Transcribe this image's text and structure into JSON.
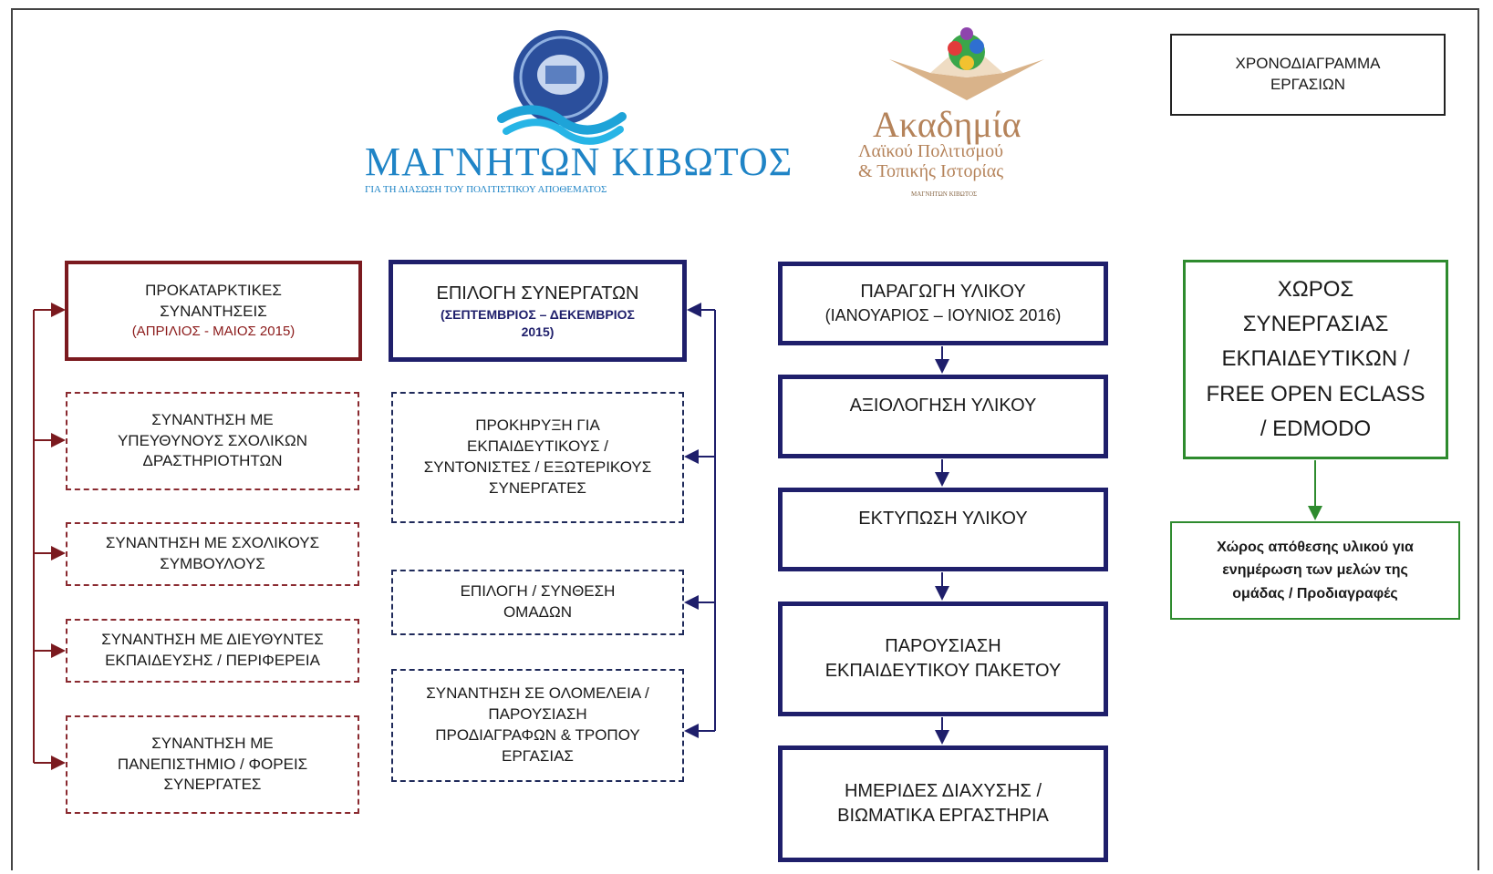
{
  "schedule_box": {
    "line1": "ΧΡΟΝΟΔΙΑΓΡΑΜΜΑ",
    "line2": "ΕΡΓΑΣΙΩΝ"
  },
  "logo_left": {
    "title": "ΜΑΓΝΗΤΩΝ ΚΙΒΩΤΟΣ",
    "subtitle": "ΓΙΑ ΤΗ ΔΙΑΣΩΣΗ ΤΟΥ ΠΟΛΙΤΙΣΤΙΚΟΥ ΑΠΟΘΕΜΑΤΟΣ"
  },
  "logo_right": {
    "line1": "Ακαδημία",
    "line2": "Λαϊκού Πολιτισμού",
    "line3": "& Τοπικής Ιστορίας",
    "tagline": "ΜΑΓΝΗΤΩΝ ΚΙΒΩΤΟΣ"
  },
  "col1": {
    "header": {
      "line1": "ΠΡΟΚΑΤΑΡΚΤΙΚΕΣ",
      "line2": "ΣΥΝΑΝΤΗΣΕΙΣ",
      "sub": "(ΑΠΡΙΛΙΟΣ - ΜΑΙΟΣ 2015)"
    },
    "items": [
      {
        "line1": "ΣΥΝΑΝΤΗΣΗ ΜΕ",
        "line2": "ΥΠΕΥΘΥΝΟΥΣ ΣΧΟΛΙΚΩΝ",
        "line3": "ΔΡΑΣΤΗΡΙΟΤΗΤΩΝ"
      },
      {
        "line1": "ΣΥΝΑΝΤΗΣΗ ΜΕ ΣΧΟΛΙΚΟΥΣ",
        "line2": "ΣΥΜΒΟΥΛΟΥΣ"
      },
      {
        "line1": "ΣΥΝΑΝΤΗΣΗ ΜΕ ΔΙΕΥΘΥΝΤΕΣ",
        "line2": "ΕΚΠΑΙΔΕΥΣΗΣ / ΠΕΡΙΦΕΡΕΙΑ"
      },
      {
        "line1": "ΣΥΝΑΝΤΗΣΗ ΜΕ",
        "line2": "ΠΑΝΕΠΙΣΤΗΜΙΟ / ΦΟΡΕΙΣ",
        "line3": "ΣΥΝΕΡΓΑΤΕΣ"
      }
    ]
  },
  "col2": {
    "header": {
      "line1": "ΕΠΙΛΟΓΗ ΣΥΝΕΡΓΑΤΩΝ",
      "sub1": "(ΣΕΠΤΕΜΒΡΙΟΣ – ΔΕΚΕΜΒΡΙΟΣ",
      "sub2": "2015)"
    },
    "items": [
      {
        "line1": "ΠΡΟΚΗΡΥΞΗ ΓΙΑ",
        "line2": "ΕΚΠΑΙΔΕΥΤΙΚΟΥΣ /",
        "line3": "ΣΥΝΤΟΝΙΣΤΕΣ / ΕΞΩΤΕΡΙΚΟΥΣ",
        "line4": "ΣΥΝΕΡΓΑΤΕΣ"
      },
      {
        "line1": "ΕΠΙΛΟΓΗ / ΣΥΝΘΕΣΗ",
        "line2": "ΟΜΑΔΩΝ"
      },
      {
        "line1": "ΣΥΝΑΝΤΗΣΗ ΣΕ ΟΛΟΜΕΛΕΙΑ /",
        "line2": "ΠΑΡΟΥΣΙΑΣΗ",
        "line3": "ΠΡΟΔΙΑΓΡΑΦΩΝ & ΤΡΟΠΟΥ",
        "line4": "ΕΡΓΑΣΙΑΣ"
      }
    ]
  },
  "col3": {
    "steps": [
      {
        "line1": "ΠΑΡΑΓΩΓΗ ΥΛΙΚΟΥ",
        "line2": "(ΙΑΝΟΥΑΡΙΟΣ – ΙΟΥΝΙΟΣ 2016)"
      },
      {
        "line1": "ΑΞΙΟΛΟΓΗΣΗ ΥΛΙΚΟΥ"
      },
      {
        "line1": "ΕΚΤΥΠΩΣΗ ΥΛΙΚΟΥ"
      },
      {
        "line1": "ΠΑΡΟΥΣΙΑΣΗ",
        "line2": "ΕΚΠΑΙΔΕΥΤΙΚΟΥ ΠΑΚΕΤΟΥ"
      },
      {
        "line1": "ΗΜΕΡΙΔΕΣ ΔΙΑΧΥΣΗΣ /",
        "line2": "ΒΙΩΜΑΤΙΚΑ ΕΡΓΑΣΤΗΡΙΑ"
      }
    ]
  },
  "col4": {
    "header": {
      "line1": "ΧΩΡΟΣ",
      "line2": "ΣΥΝΕΡΓΑΣΙΑΣ",
      "line3": "ΕΚΠΑΙΔΕΥΤΙΚΩΝ /",
      "line4": "FREE OPEN ECLASS",
      "line5": "/ EDMODO"
    },
    "note": {
      "line1": "Χώρος απόθεσης υλικού για",
      "line2": "ενημέρωση των μελών της",
      "line3": "ομάδας / Προδιαγραφές"
    }
  },
  "colors": {
    "red": "#7b1a1f",
    "navy": "#1f1f6b",
    "green": "#2e8b2e"
  }
}
